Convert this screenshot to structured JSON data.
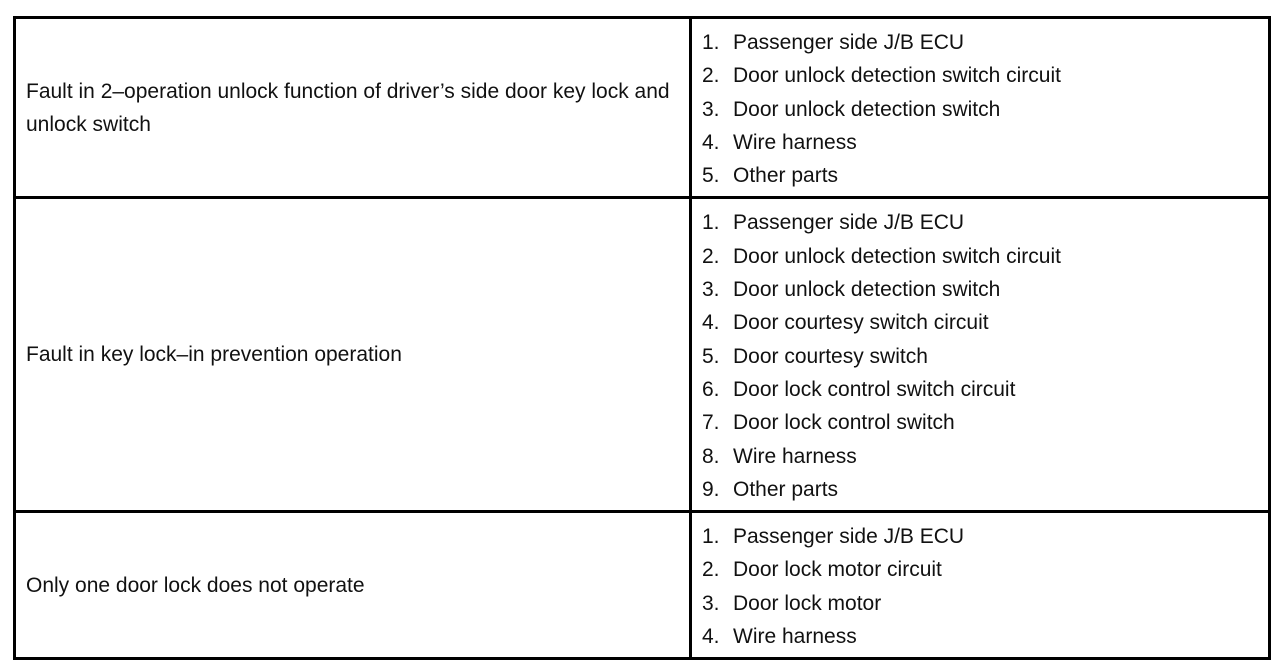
{
  "table": {
    "rows": [
      {
        "symptom": "Fault in 2–operation unlock function of driver’s side door key lock and unlock switch",
        "causes": [
          {
            "n": "1.",
            "text": "Passenger side J/B ECU"
          },
          {
            "n": "2.",
            "text": "Door unlock detection switch circuit"
          },
          {
            "n": "3.",
            "text": "Door unlock detection switch"
          },
          {
            "n": "4.",
            "text": "Wire harness"
          },
          {
            "n": "5.",
            "text": "Other parts"
          }
        ]
      },
      {
        "symptom": "Fault in key lock–in prevention operation",
        "causes": [
          {
            "n": "1.",
            "text": "Passenger side J/B ECU"
          },
          {
            "n": "2.",
            "text": "Door unlock detection switch circuit"
          },
          {
            "n": "3.",
            "text": "Door unlock detection switch"
          },
          {
            "n": "4.",
            "text": "Door courtesy switch circuit"
          },
          {
            "n": "5.",
            "text": "Door courtesy switch"
          },
          {
            "n": "6.",
            "text": "Door lock control switch circuit"
          },
          {
            "n": "7.",
            "text": "Door lock control switch"
          },
          {
            "n": "8.",
            "text": "Wire harness"
          },
          {
            "n": "9.",
            "text": "Other parts"
          }
        ]
      },
      {
        "symptom": "Only one door lock does not operate",
        "causes": [
          {
            "n": "1.",
            "text": "Passenger side J/B ECU"
          },
          {
            "n": "2.",
            "text": "Door lock motor circuit"
          },
          {
            "n": "3.",
            "text": "Door lock motor"
          },
          {
            "n": "4.",
            "text": "Wire harness"
          }
        ]
      }
    ]
  }
}
